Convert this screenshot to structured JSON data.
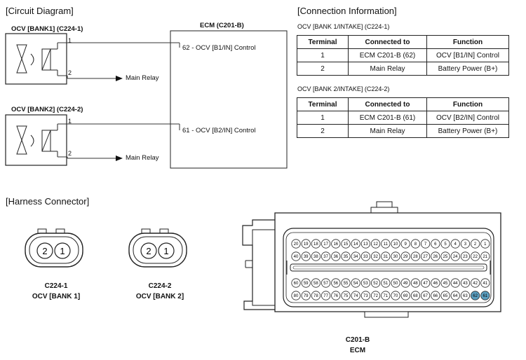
{
  "circuit": {
    "heading": "[Circuit Diagram]",
    "ovc1_title": "OCV [BANK1] (C224-1)",
    "ovc2_title": "OCV [BANK2] (C224-2)",
    "pin1": "1",
    "pin2": "2",
    "main_relay": "Main Relay",
    "ecm_title": "ECM (C201-B)",
    "ecm_pin62": "62 - OCV [B1/IN] Control",
    "ecm_pin61": "61 - OCV [B2/IN] Control"
  },
  "connection": {
    "heading": "[Connection Information]",
    "headers": {
      "terminal": "Terminal",
      "connected": "Connected to",
      "function": "Function"
    },
    "table1": {
      "title": "OCV [BANK 1/INTAKE] (C224-1)",
      "rows": [
        {
          "terminal": "1",
          "connected": "ECM C201-B (62)",
          "function": "OCV [B1/IN] Control"
        },
        {
          "terminal": "2",
          "connected": "Main Relay",
          "function": "Battery Power (B+)"
        }
      ]
    },
    "table2": {
      "title": "OCV [BANK 2/INTAKE] (C224-2)",
      "rows": [
        {
          "terminal": "1",
          "connected": "ECM C201-B (61)",
          "function": "OCV [B2/IN] Control"
        },
        {
          "terminal": "2",
          "connected": "Main Relay",
          "function": "Battery Power (B+)"
        }
      ]
    }
  },
  "harness": {
    "heading": "[Harness Connector]",
    "c1_name": "C224-1",
    "c1_sub": "OCV [BANK 1]",
    "c2_name": "C224-2",
    "c2_sub": "OCV [BANK 2]",
    "ecm_name": "C201-B",
    "ecm_sub": "ECM",
    "pin_2": "2",
    "pin_1": "1",
    "row1": [
      "20",
      "19",
      "18",
      "17",
      "16",
      "15",
      "14",
      "13",
      "12",
      "11",
      "10",
      "9",
      "8",
      "7",
      "6",
      "5",
      "4",
      "3",
      "2",
      "1"
    ],
    "row2": [
      "40",
      "39",
      "38",
      "37",
      "36",
      "35",
      "34",
      "33",
      "32",
      "31",
      "30",
      "29",
      "28",
      "27",
      "26",
      "25",
      "24",
      "23",
      "22",
      "21"
    ],
    "row3": [
      "60",
      "59",
      "58",
      "57",
      "56",
      "55",
      "54",
      "53",
      "52",
      "51",
      "50",
      "49",
      "48",
      "47",
      "46",
      "45",
      "44",
      "43",
      "42",
      "41"
    ],
    "row4": [
      "80",
      "79",
      "78",
      "77",
      "76",
      "75",
      "74",
      "73",
      "72",
      "71",
      "70",
      "69",
      "68",
      "67",
      "66",
      "65",
      "64",
      "63",
      "62",
      "61"
    ],
    "highlight_pins": [
      "62",
      "61"
    ],
    "highlight_color": "#5b9fc0"
  }
}
